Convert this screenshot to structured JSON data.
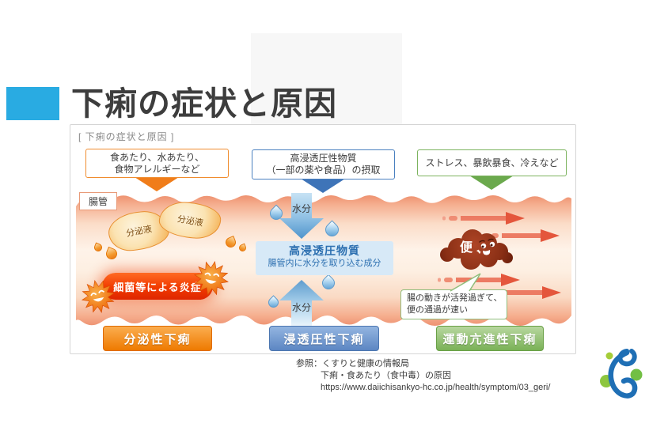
{
  "header": {
    "title": "下痢の症状と原因"
  },
  "figure": {
    "caption": "[ 下痢の症状と原因 ]",
    "intestine_label": "腸管",
    "causes": [
      {
        "line1": "食あたり、水あたり、",
        "line2": "食物アレルギーなど"
      },
      {
        "line1": "高浸透圧性物質",
        "line2": "（一部の薬や食品）の摂取"
      },
      {
        "line1": "ストレス、暴飲暴食、冷えなど"
      }
    ],
    "secretion_label": "分泌液",
    "inflammation_label": "細菌等による炎症",
    "water_label": "水分",
    "osmotic_box": {
      "title": "高浸透圧物質",
      "desc": "腸管内に水分を取り込む成分"
    },
    "stool_label": "便",
    "callout": {
      "line1": "腸の動きが活発過ぎて、",
      "line2": "便の通過が速い"
    },
    "results": [
      {
        "label": "分泌性下痢"
      },
      {
        "label": "浸透圧性下痢"
      },
      {
        "label": "運動亢進性下痢"
      }
    ]
  },
  "reference": {
    "label": "参照：くすりと健康の情報局",
    "line2": "下痢・食あたり（食中毒）の原因",
    "url": "https://www.daiichisankyo-hc.co.jp/health/symptom/03_geri/"
  },
  "colors": {
    "accent": "#29ABE2",
    "cause_orange": "#F08C2E",
    "cause_blue": "#4A80C0",
    "cause_green": "#7CB35E",
    "inflammation_red": "#E83000",
    "band_pink": "#F5A98F",
    "water_blue": "#5FA0D2",
    "result_orange": "#EE7A00",
    "result_blue": "#5C86C3",
    "result_green": "#7AB156",
    "stool_brown": "#8A2F15",
    "logo_blue": "#1F6FB5",
    "logo_green": "#8DC63F"
  }
}
